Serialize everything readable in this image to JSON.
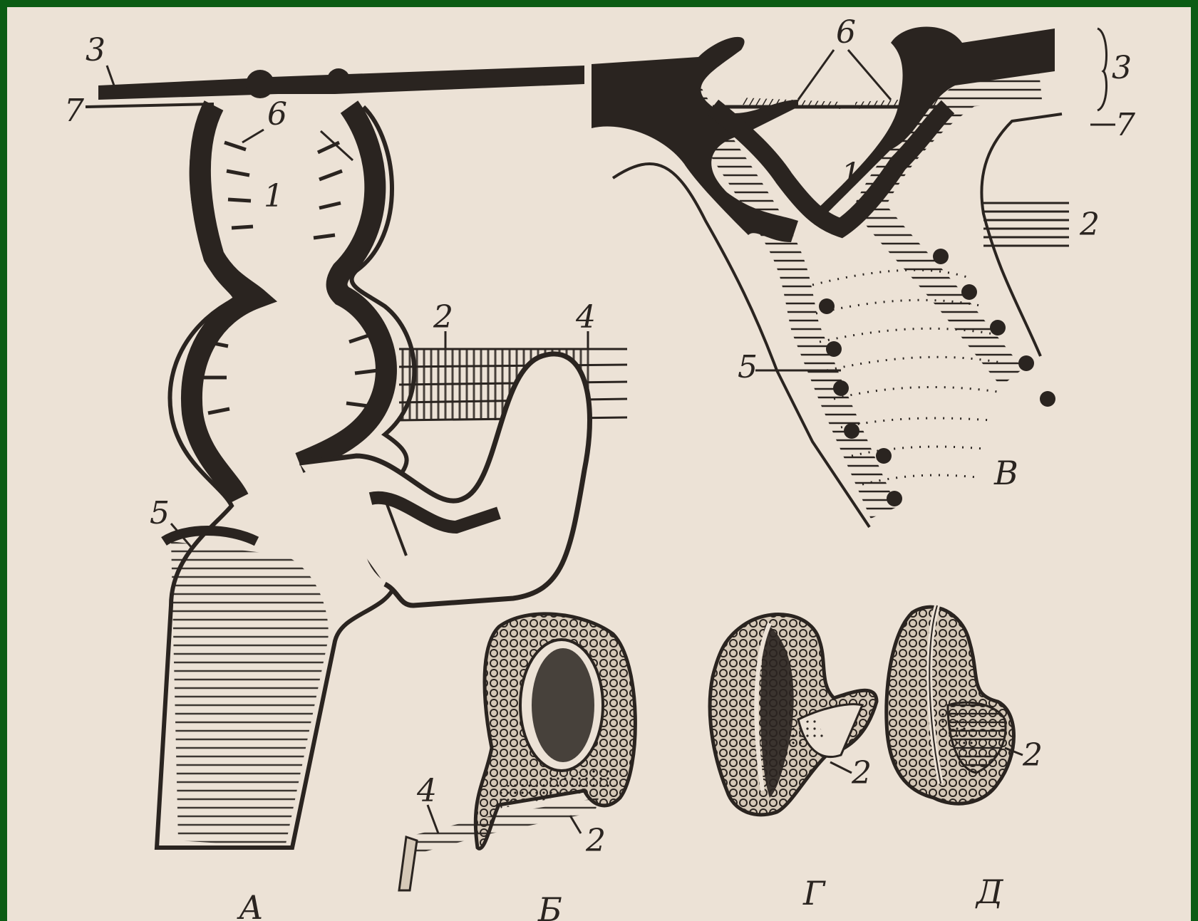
{
  "figure": {
    "panels": {
      "a": {
        "label": "А"
      },
      "b": {
        "label": "Б"
      },
      "v": {
        "label": "В"
      },
      "g": {
        "label": "Г"
      },
      "d": {
        "label": "Д"
      }
    },
    "numbers": {
      "n1": "1",
      "n2": "2",
      "n3": "3",
      "n4": "4",
      "n5": "5",
      "n6": "6",
      "n7": "7"
    },
    "colors": {
      "frame": "#0b5c14",
      "paper": "#ece2d6",
      "ink": "#2a2420"
    }
  }
}
